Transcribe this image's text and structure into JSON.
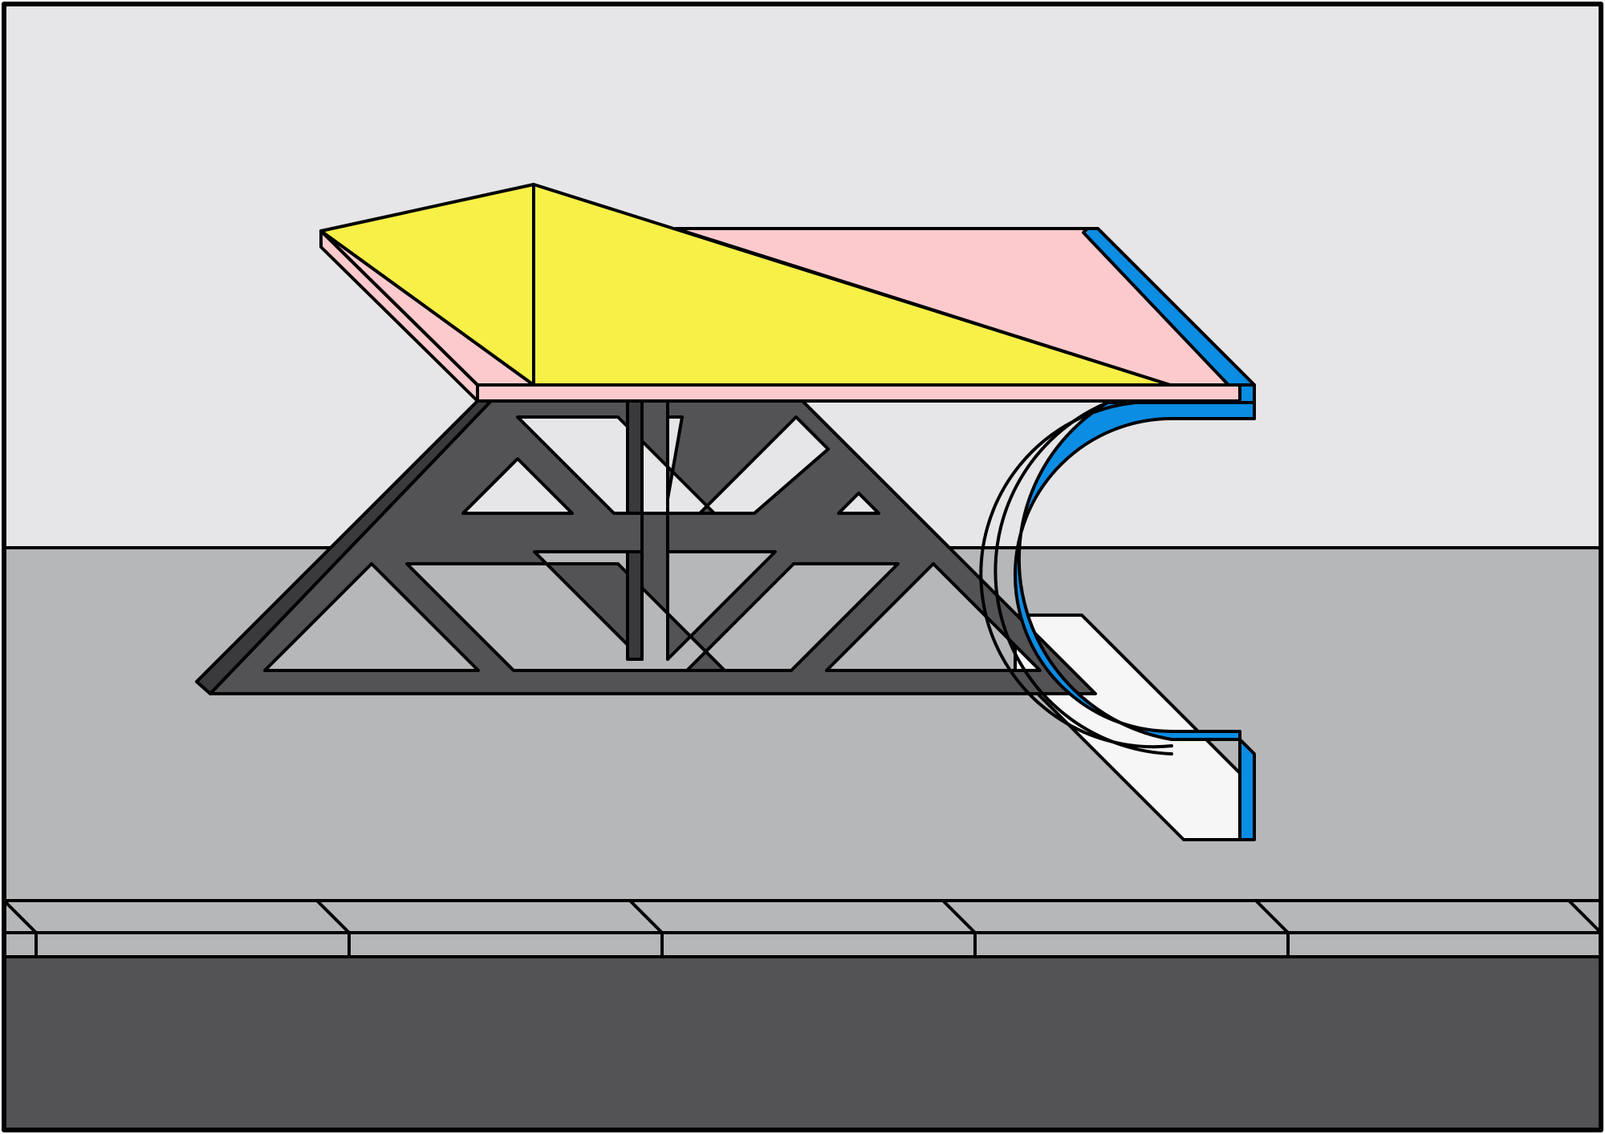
{
  "colors": {
    "sky": "#e6e6e8",
    "ground": "#b6b7b9",
    "curb": "#b6b7b9",
    "road": "#535355",
    "truss": "#535355",
    "truss_shade": "#3a3a3c",
    "yellow_panel": "#f7f047",
    "pink_panel": "#fccacd",
    "blue_slide": "#0b8de4",
    "white_panel": "#f6f6f6",
    "outline": "#000000"
  },
  "icons": [
    "truss-structure",
    "canopy-roof",
    "curved-slide"
  ]
}
